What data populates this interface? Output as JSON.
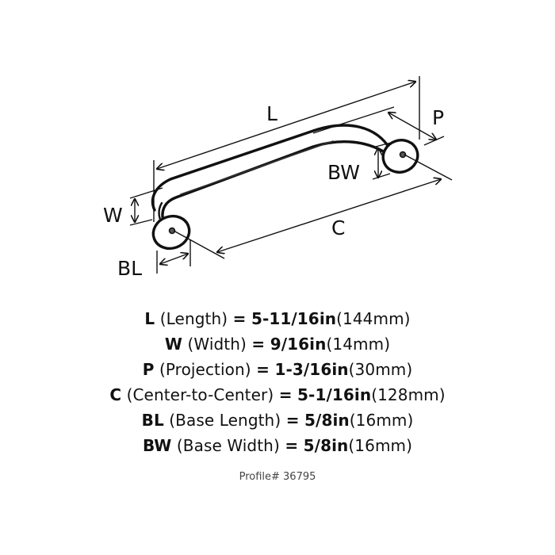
{
  "diagram": {
    "title": "Cabinet pull dimension diagram",
    "labels": {
      "L": "L",
      "P": "P",
      "BW": "BW",
      "W": "W",
      "C": "C",
      "BL": "BL"
    },
    "line_color": "#111111"
  },
  "specs": [
    {
      "code": "L",
      "name": "(Length)",
      "eq": "=",
      "inches": "5-11/16in",
      "mm": "(144mm)"
    },
    {
      "code": "W",
      "name": "(Width)",
      "eq": "=",
      "inches": "9/16in",
      "mm": "(14mm)"
    },
    {
      "code": "P",
      "name": "(Projection)",
      "eq": "=",
      "inches": "1-3/16in",
      "mm": "(30mm)"
    },
    {
      "code": "C",
      "name": "(Center-to-Center)",
      "eq": "=",
      "inches": "5-1/16in",
      "mm": "(128mm)"
    },
    {
      "code": "BL",
      "name": "(Base Length)",
      "eq": "=",
      "inches": "5/8in",
      "mm": "(16mm)"
    },
    {
      "code": "BW",
      "name": "(Base Width)",
      "eq": "=",
      "inches": "5/8in",
      "mm": "(16mm)"
    }
  ],
  "profile": "Profile# 36795"
}
